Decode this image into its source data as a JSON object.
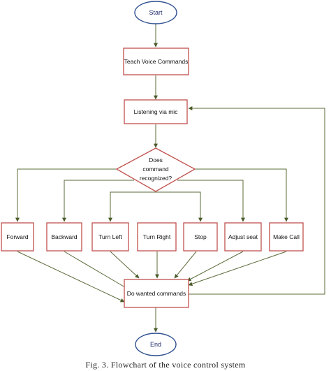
{
  "nodes": {
    "start": "Start",
    "teach": "Teach  Voice Commands",
    "listen": "Listening via mic",
    "decision": [
      "Does",
      "command",
      "recognized?"
    ],
    "forward": "Forward",
    "backward": "Backward",
    "turn_left": "Turn Left",
    "turn_right": "Turn Right",
    "stop": "Stop",
    "adjust_seat": "Adjust seat",
    "make_call": "Make Call",
    "do_wanted": "Do wanted commands",
    "end": "End"
  },
  "caption": "Fig. 3. Flowchart of the voice control system"
}
